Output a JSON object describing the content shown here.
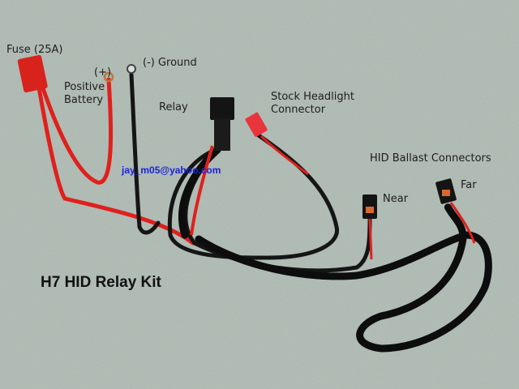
{
  "title": "H7 HID Relay Kit",
  "watermark": "jay_m05@yahoo.com",
  "labels": {
    "fuse": "Fuse (25A)",
    "positive_sign": "(+)",
    "positive_line1": "Positive",
    "positive_line2": "Battery",
    "ground": "(-) Ground",
    "relay": "Relay",
    "stock_line1": "Stock Headlight",
    "stock_line2": "Connector",
    "ballast": "HID Ballast Connectors",
    "near": "Near",
    "far": "Far"
  },
  "colors": {
    "background": "#a9b5ad",
    "red_wire": "#e0201c",
    "black_wire": "#151515",
    "email": "#1a22d8"
  }
}
